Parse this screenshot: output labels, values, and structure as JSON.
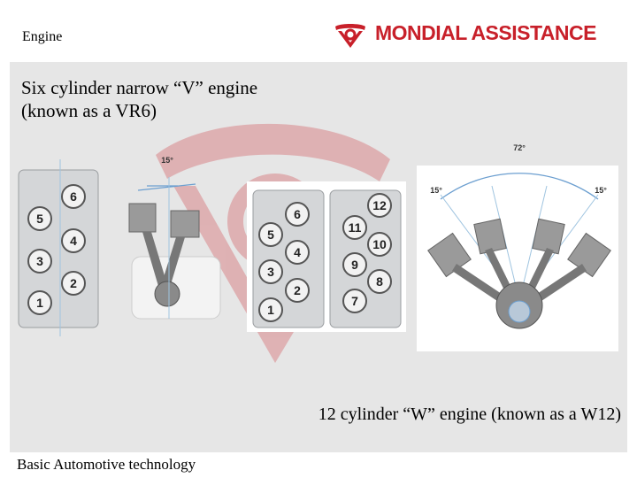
{
  "header": {
    "title": "Engine"
  },
  "logo": {
    "text": "MONDIAL ASSISTANCE",
    "icon": "mondial-emblem-icon",
    "color": "#c8202a"
  },
  "slide": {
    "subtitle_line1": "Six cylinder narrow “V” engine",
    "subtitle_line2": "(known as a VR6)",
    "caption": "12 cylinder “W” engine (known as a W12)"
  },
  "diagrams": {
    "vr6_block": {
      "cylinders": [
        "6",
        "5",
        "4",
        "3",
        "2",
        "1"
      ]
    },
    "vr6_angle": "15°",
    "w12_block": {
      "cylinders": [
        "6",
        "12",
        "5",
        "11",
        "4",
        "10",
        "3",
        "9",
        "2",
        "8",
        "1",
        "7"
      ]
    },
    "w12_angle_total": "72°",
    "w12_angle_left": "15°",
    "w12_angle_right": "15°"
  },
  "footer": {
    "text": "Basic Automotive technology"
  }
}
